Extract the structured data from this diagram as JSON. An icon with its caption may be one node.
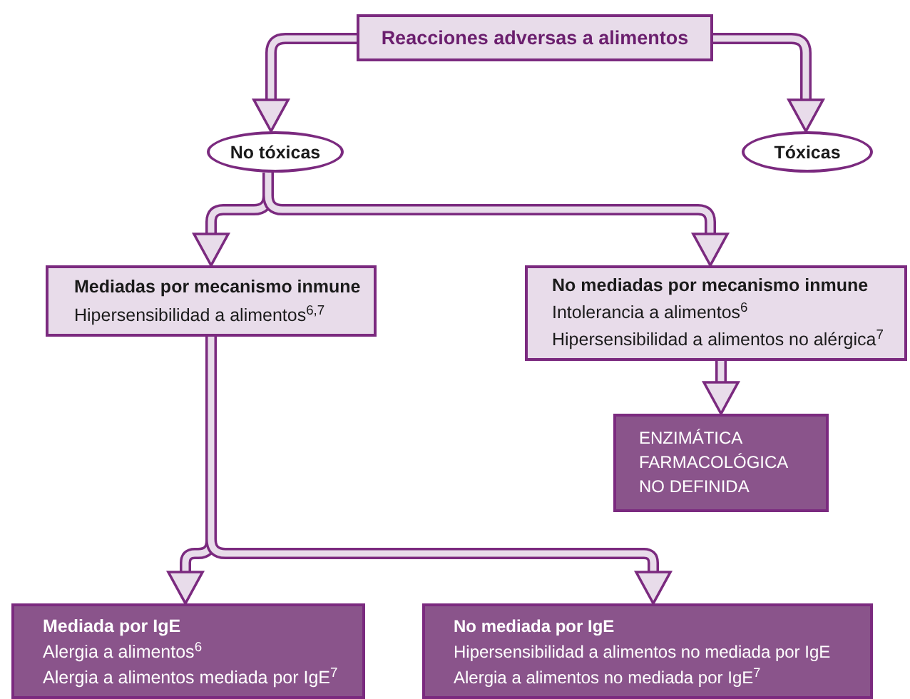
{
  "diagram": {
    "nodes": [
      {
        "text": [
          "Reacciones adversas a alimentos"
        ]
      },
      {
        "text": [
          "No tóxicas"
        ]
      },
      {
        "text": [
          "Tóxicas"
        ]
      },
      {
        "text": [
          "Mediadas por mecanismo inmune",
          "Hipersensibilidad a alimentos$^{6,7}$"
        ]
      },
      {
        "text": [
          "No mediadas por mecanismo inmune",
          "Intolerancia a alimentos$^{6}$",
          "Hipersensibilidad a alimentos no alérgica$^{7}$"
        ]
      },
      {
        "text": [
          "ENZIMÁTICA",
          "FARMACOLÓGICA",
          "NO DEFINIDA"
        ]
      },
      {
        "text": [
          "Mediada por IgE",
          "Alergia a alimentos$^{6}$",
          "Alergia a alimentos mediada por IgE$^{7}$"
        ]
      },
      {
        "text": [
          "No mediada por IgE",
          "Hipersensibilidad a alimentos no mediada por IgE",
          "Alergia a alimentos no mediada por IgE$^{7}$"
        ]
      }
    ],
    "edges": [
      {
        "from": 0,
        "to": 1,
        "arrow": "to"
      },
      {
        "from": 0,
        "to": 2,
        "arrow": "to"
      },
      {
        "from": 1,
        "to": 3,
        "arrow": "to"
      },
      {
        "from": 1,
        "to": 4,
        "arrow": "to"
      },
      {
        "from": 4,
        "to": 5,
        "arrow": "to"
      },
      {
        "from": 3,
        "to": 6,
        "arrow": "to"
      },
      {
        "from": 3,
        "to": 7,
        "arrow": "to"
      }
    ]
  }
}
